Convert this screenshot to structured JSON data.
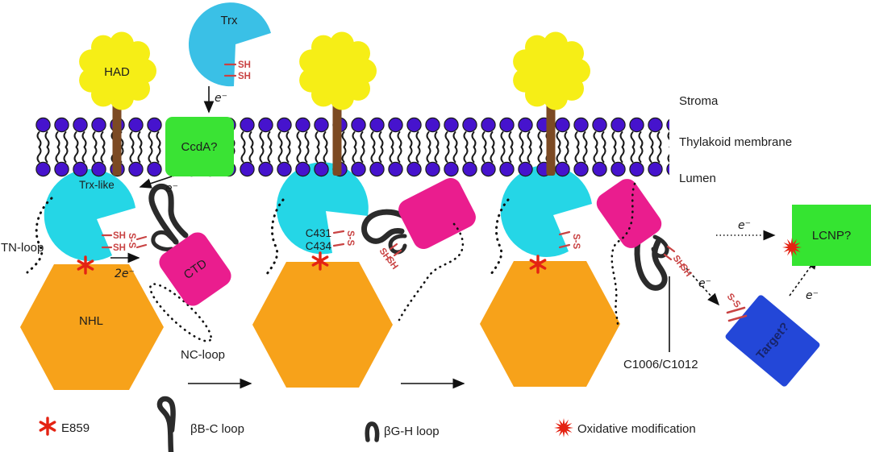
{
  "compartments": {
    "stroma": "Stroma",
    "membrane": "Thylakoid membrane",
    "lumen": "Lumen"
  },
  "tokens": {
    "e_minus": "e⁻",
    "two_e_minus": "2e⁻",
    "sh": "SH",
    "ss": "S-S"
  },
  "stage1": {
    "trx": "Trx",
    "had": "HAD",
    "ccda": "CcdA?",
    "trx_like": "Trx-like",
    "tn_loop": "TN-loop",
    "nhl": "NHL",
    "ctd": "CTD",
    "nc_loop": "NC-loop"
  },
  "stage2": {
    "c431": "C431",
    "c434": "C434"
  },
  "stage3": {
    "c1006_c1012": "C1006/C1012",
    "lcnp": "LCNP?",
    "target": "Target?"
  },
  "legend": {
    "e859": "E859",
    "bbc_loop": "βB-C loop",
    "bgh_loop": "βG-H loop",
    "oxidative": "Oxidative modification"
  },
  "colors": {
    "cyan_trx": "#3ac0e6",
    "cyan_trx_like": "#25d6e6",
    "yellow_had": "#f6ee16",
    "green_ccda": "#3ae334",
    "green_lcnp": "#35e431",
    "orange_nhl": "#f7a21a",
    "magenta_ctd": "#ea1d8e",
    "blue_target": "#2347d8",
    "purple_lipid_head": "#4613cd",
    "brown_anchor": "#7c4a23",
    "red_marker": "#e42313",
    "red_label": "#c94343",
    "text": "#1d1d1d"
  }
}
